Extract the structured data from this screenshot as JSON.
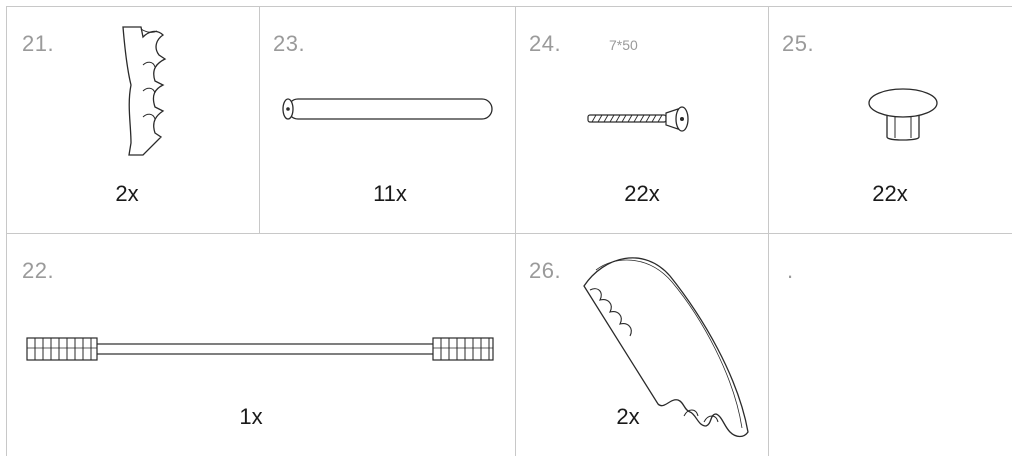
{
  "parts": [
    {
      "id": "part-21",
      "number": "21.",
      "quantity": "2x",
      "icon": "ladder-side-bracket-icon"
    },
    {
      "id": "part-23",
      "number": "23.",
      "quantity": "11x",
      "icon": "wooden-dowel-rod-icon"
    },
    {
      "id": "part-24",
      "number": "24.",
      "spec": "7*50",
      "quantity": "22x",
      "icon": "screw-bolt-icon"
    },
    {
      "id": "part-25",
      "number": "25.",
      "quantity": "22x",
      "icon": "cap-knob-icon"
    },
    {
      "id": "part-22",
      "number": "22.",
      "quantity": "1x",
      "icon": "threaded-rod-icon"
    },
    {
      "id": "part-26",
      "number": "26.",
      "quantity": "2x",
      "icon": "curved-bracket-icon"
    },
    {
      "id": "part-blank",
      "number": "."
    }
  ],
  "colors": {
    "grid": "#c8c8c8",
    "label": "#9a9a9a",
    "quantity": "#1a1a1a",
    "line": "#2a2a2a"
  }
}
